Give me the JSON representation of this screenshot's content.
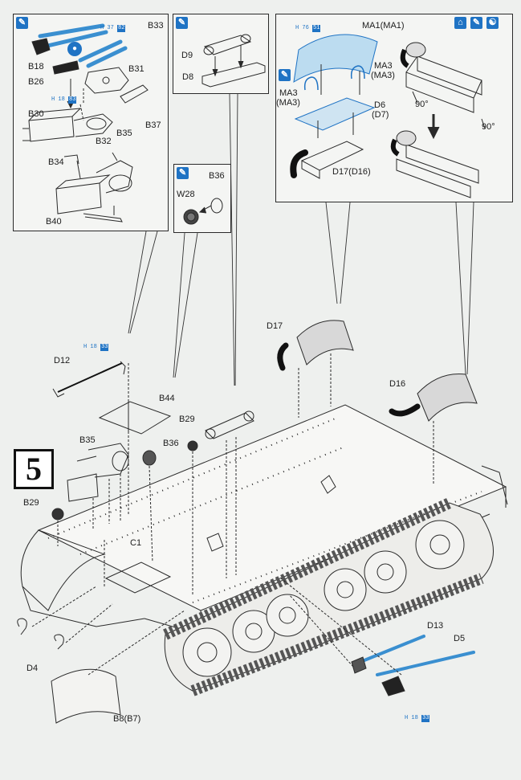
{
  "step": {
    "number": "5"
  },
  "inset_a": {
    "labels": {
      "b33": "B33",
      "b18": "B18",
      "b26": "B26",
      "b31": "B31",
      "b30": "B30",
      "b37": "B37",
      "b32": "B32",
      "b35": "B35",
      "b34": "B34",
      "b40": "B40"
    },
    "paint_1": {
      "prefix": "H",
      "code1": "37",
      "code2": "82"
    },
    "paint_2": {
      "prefix": "H",
      "code1": "18",
      "code2": "83"
    },
    "icons": [
      "glue-icon",
      "hole-icon"
    ]
  },
  "inset_b": {
    "labels": {
      "d9": "D9",
      "d8": "D8"
    },
    "icons": [
      "glue-icon"
    ]
  },
  "inset_c": {
    "labels": {
      "b36": "B36",
      "w28": "W28"
    },
    "icons": [
      "glue-icon"
    ]
  },
  "inset_d": {
    "labels": {
      "ma1": "MA1(MA1)",
      "ma3_right": "MA3",
      "ma3_right_alt": "(MA3)",
      "ma3_left": "MA3",
      "ma3_left_alt": "(MA3)",
      "d6": "D6",
      "d6_alt": "(D7)",
      "d17": "D17(D16)",
      "angle_left": "90°",
      "angle_right": "90°"
    },
    "paint": {
      "prefix": "H",
      "code1": "76",
      "code2": "51"
    },
    "icons": [
      "glue-icon",
      "turn-over-icon",
      "glue-icon",
      "assemble-icon"
    ]
  },
  "main": {
    "labels": {
      "d12": "D12",
      "b44": "B44",
      "b29_top": "B29",
      "b36": "B36",
      "b35": "B35",
      "b29_left": "B29",
      "c1": "C1",
      "d17": "D17",
      "d16": "D16",
      "d4": "D4",
      "d13": "D13",
      "d5": "D5",
      "b8": "B8(B7)"
    },
    "paint_d12": {
      "prefix": "H",
      "code1": "18",
      "code2": "33"
    },
    "paint_d13": {
      "prefix": "H",
      "code1": "18",
      "code2": "33"
    }
  }
}
